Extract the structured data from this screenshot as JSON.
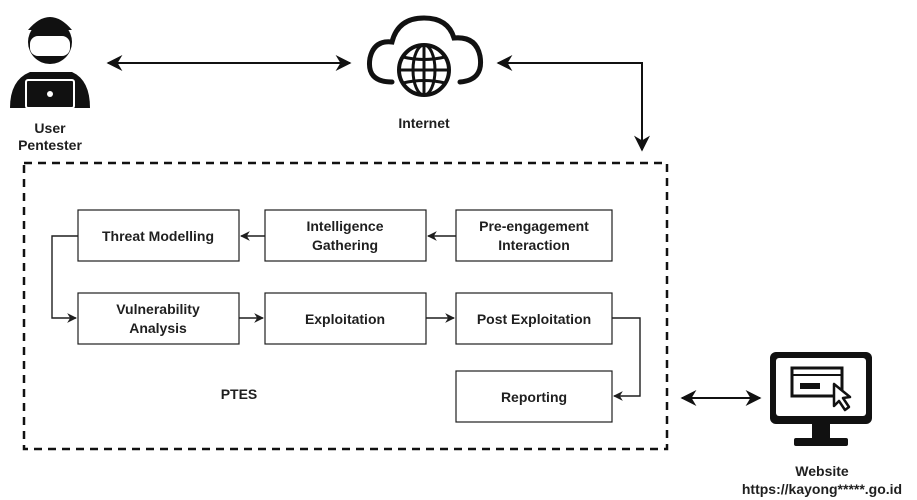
{
  "actors": {
    "user_line1": "User",
    "user_line2": "Pentester",
    "internet": "Internet",
    "website_line1": "Website",
    "website_line2": "https://kayong*****.go.id"
  },
  "ptes": {
    "label": "PTES",
    "steps": {
      "pre_engagement": [
        "Pre-engagement",
        "Interaction"
      ],
      "intelligence": [
        "Intelligence",
        "Gathering"
      ],
      "threat": [
        "Threat Modelling"
      ],
      "vulnerability": [
        "Vulnerability",
        "Analysis"
      ],
      "exploitation": [
        "Exploitation"
      ],
      "post_exploitation": [
        "Post Exploitation"
      ],
      "reporting": [
        "Reporting"
      ]
    }
  },
  "icons": [
    "user-pentester-icon",
    "cloud-globe-icon",
    "monitor-web-icon"
  ]
}
